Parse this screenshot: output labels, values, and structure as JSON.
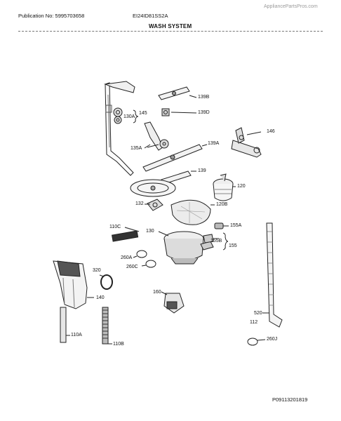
{
  "header": {
    "watermark": "AppliancePartsPros.com",
    "publication": "Publication No: 5995703658",
    "model": "EI24ID81SS2A",
    "title": "WASH SYSTEM"
  },
  "labels": {
    "l139B": "139B",
    "l145": "145",
    "l130A": "130A",
    "l139D": "139D",
    "l146": "146",
    "l135A": "135A",
    "l139A": "139A",
    "l139": "139",
    "l120": "120",
    "l132": "132",
    "l120B": "120B",
    "l155A": "155A",
    "l110C": "110C",
    "l130": "130",
    "l155B": "155B",
    "l155": "155",
    "l260A": "260A",
    "l260C": "260C",
    "l320": "320",
    "l140": "140",
    "l160": "160",
    "l520": "520",
    "l112": "112",
    "l110A": "110A",
    "l110B": "110B",
    "l260J": "260J"
  },
  "footer": {
    "code": "P09113201819"
  }
}
